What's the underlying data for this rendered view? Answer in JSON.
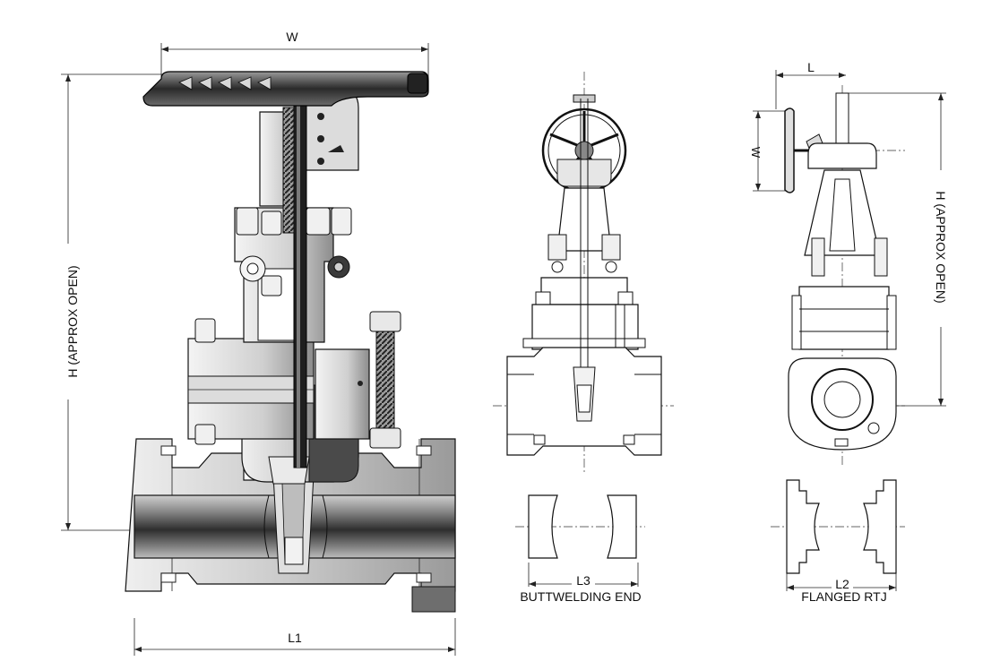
{
  "labels": {
    "w_main": "W",
    "h_main": "H (APPROX OPEN)",
    "l1": "L1",
    "l_side": "L",
    "w_side": "W",
    "h_side": "H (APPROX OPEN)",
    "l3": "L3",
    "buttwelding": "BUTTWELDING END",
    "l2": "L2",
    "flanged": "FLANGED RTJ"
  },
  "colors": {
    "line": "#111111",
    "metal_dark": "#3a3a3a",
    "metal_mid": "#8a8a8a",
    "metal_light": "#d8d8d8",
    "background": "#ffffff"
  }
}
